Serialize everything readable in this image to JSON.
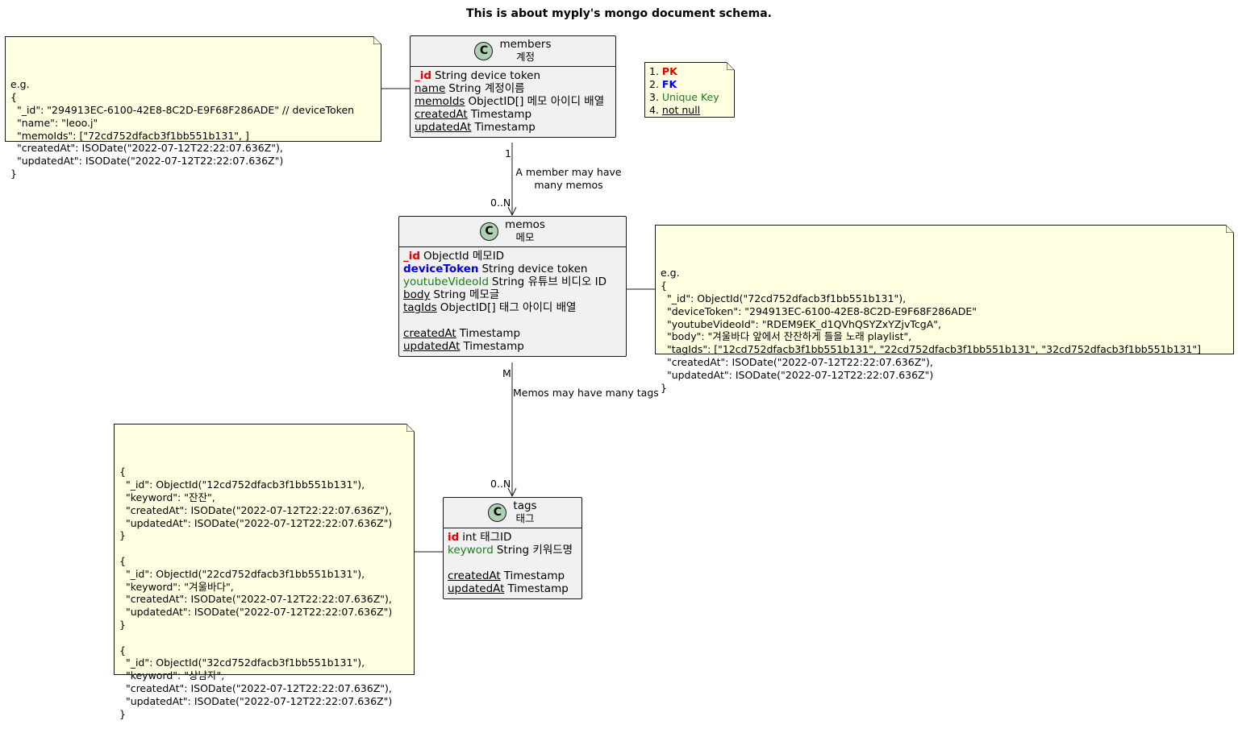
{
  "title": "This is about myply's mongo document schema.",
  "classes": {
    "members": {
      "name": "members",
      "subtitle": "계정",
      "badge": "C",
      "fields": [
        {
          "name": "_id",
          "rest": "String device token",
          "kind": "pk"
        },
        {
          "name": "name",
          "rest": "String 계정이름",
          "kind": "nn"
        },
        {
          "name": "memoIds",
          "rest": "ObjectID[] 메모 아이디 배열",
          "kind": "nn"
        },
        {
          "name": "createdAt",
          "rest": "Timestamp",
          "kind": "nn"
        },
        {
          "name": "updatedAt",
          "rest": "Timestamp",
          "kind": "nn"
        }
      ]
    },
    "memos": {
      "name": "memos",
      "subtitle": "메모",
      "badge": "C",
      "fields": [
        {
          "name": "_id",
          "rest": "ObjectId 메모ID",
          "kind": "pk"
        },
        {
          "name": "deviceToken",
          "rest": "String device token",
          "kind": "fk"
        },
        {
          "name": "youtubeVideoId",
          "rest": "String   유튜브 비디오 ID",
          "kind": "uk"
        },
        {
          "name": "body",
          "rest": "String 메모글",
          "kind": "nn"
        },
        {
          "name": "tagIds",
          "rest": "ObjectID[] 태그 아이디 배열",
          "kind": "nn"
        },
        {
          "name": "",
          "rest": "",
          "kind": "blank"
        },
        {
          "name": "createdAt",
          "rest": "Timestamp",
          "kind": "nn"
        },
        {
          "name": "updatedAt",
          "rest": "Timestamp",
          "kind": "nn"
        }
      ]
    },
    "tags": {
      "name": "tags",
      "subtitle": "태그",
      "badge": "C",
      "fields": [
        {
          "name": "id",
          "rest": "int 태그ID",
          "kind": "pk"
        },
        {
          "name": "keyword",
          "rest": "String 키워드명",
          "kind": "uk"
        },
        {
          "name": "",
          "rest": "",
          "kind": "blank"
        },
        {
          "name": "createdAt",
          "rest": "Timestamp",
          "kind": "nn"
        },
        {
          "name": "updatedAt",
          "rest": "Timestamp",
          "kind": "nn"
        }
      ]
    }
  },
  "legend": {
    "items": [
      {
        "num": "1. ",
        "text": "PK",
        "kind": "pk"
      },
      {
        "num": "2. ",
        "text": "FK",
        "kind": "fk"
      },
      {
        "num": "3. ",
        "text": "Unique Key",
        "kind": "uk"
      },
      {
        "num": "4. ",
        "text": "not null",
        "kind": "nn"
      }
    ]
  },
  "notes": {
    "members": "e.g.\n{\n  \"_id\": \"294913EC-6100-42E8-8C2D-E9F68F286ADE\" // deviceToken\n  \"name\": \"leoo.j\"\n  \"memoIds\": [\"72cd752dfacb3f1bb551b131\", ]\n  \"createdAt\": ISODate(\"2022-07-12T22:22:07.636Z\"),\n  \"updatedAt\": ISODate(\"2022-07-12T22:22:07.636Z\")\n}",
    "memos": "e.g.\n{\n  \"_id\": ObjectId(\"72cd752dfacb3f1bb551b131\"),\n  \"deviceToken\": \"294913EC-6100-42E8-8C2D-E9F68F286ADE\"\n  \"youtubeVideoId\": \"RDEM9EK_d1QVhQSYZxYZjvTcgA\",\n  \"body\": \"겨울바다 앞에서 잔잔하게 들을 노래 playlist\",\n  \"tagIds\": [\"12cd752dfacb3f1bb551b131\", \"22cd752dfacb3f1bb551b131\", \"32cd752dfacb3f1bb551b131\"]\n  \"createdAt\": ISODate(\"2022-07-12T22:22:07.636Z\"),\n  \"updatedAt\": ISODate(\"2022-07-12T22:22:07.636Z\")\n}",
    "tags": "{\n  \"_id\": ObjectId(\"12cd752dfacb3f1bb551b131\"),\n  \"keyword\": \"잔잔\",\n  \"createdAt\": ISODate(\"2022-07-12T22:22:07.636Z\"),\n  \"updatedAt\": ISODate(\"2022-07-12T22:22:07.636Z\")\n}\n\n{\n  \"_id\": ObjectId(\"22cd752dfacb3f1bb551b131\"),\n  \"keyword\": \"겨울바다\",\n  \"createdAt\": ISODate(\"2022-07-12T22:22:07.636Z\"),\n  \"updatedAt\": ISODate(\"2022-07-12T22:22:07.636Z\")\n}\n\n{\n  \"_id\": ObjectId(\"32cd752dfacb3f1bb551b131\"),\n  \"keyword\": \"상남자\",\n  \"createdAt\": ISODate(\"2022-07-12T22:22:07.636Z\"),\n  \"updatedAt\": ISODate(\"2022-07-12T22:22:07.636Z\")\n}"
  },
  "relations": {
    "members_memos": {
      "from_mult": "1",
      "to_mult": "0..N",
      "label": "A member may have\nmany memos"
    },
    "memos_tags": {
      "from_mult": "M",
      "to_mult": "0..N",
      "label": "Memos may have many tags"
    }
  },
  "colors": {
    "pk": "#e00000",
    "fk": "#0000e0",
    "uk": "#1a7d1a",
    "class_bg": "#f1f1f1",
    "badge_bg": "#add1b2",
    "note_bg": "#fefee0"
  }
}
